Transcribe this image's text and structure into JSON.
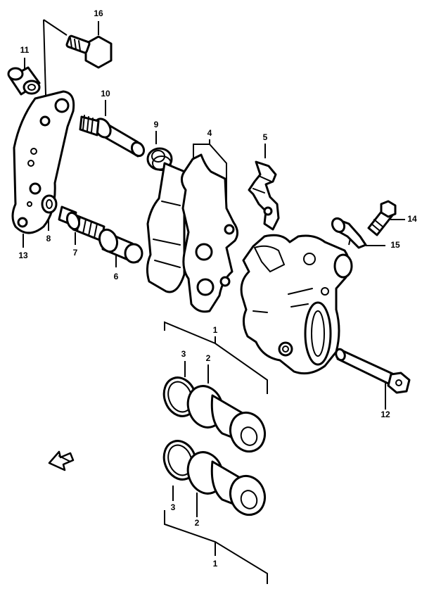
{
  "callouts": [
    {
      "id": "16",
      "text": "16"
    },
    {
      "id": "11",
      "text": "11"
    },
    {
      "id": "10",
      "text": "10"
    },
    {
      "id": "9",
      "text": "9"
    },
    {
      "id": "4",
      "text": "4"
    },
    {
      "id": "5",
      "text": "5"
    },
    {
      "id": "14",
      "text": "14"
    },
    {
      "id": "15",
      "text": "15"
    },
    {
      "id": "13",
      "text": "13"
    },
    {
      "id": "8",
      "text": "8"
    },
    {
      "id": "7",
      "text": "7"
    },
    {
      "id": "6",
      "text": "6"
    },
    {
      "id": "1a",
      "text": "1"
    },
    {
      "id": "3a",
      "text": "3"
    },
    {
      "id": "2a",
      "text": "2"
    },
    {
      "id": "12",
      "text": "12"
    },
    {
      "id": "3b",
      "text": "3"
    },
    {
      "id": "2b",
      "text": "2"
    },
    {
      "id": "1b",
      "text": "1"
    }
  ]
}
